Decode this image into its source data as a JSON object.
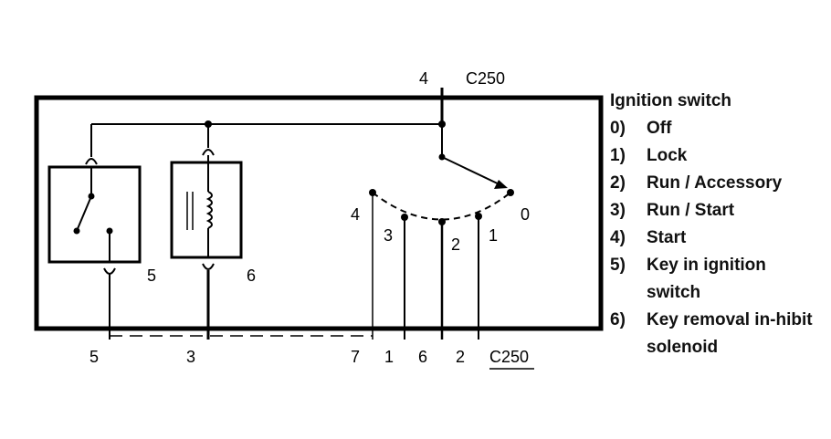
{
  "connector_top": {
    "pin": "4",
    "label": "C250"
  },
  "connector_bottom": {
    "label": "C250",
    "pins": [
      "5",
      "3",
      "7",
      "1",
      "6",
      "2"
    ]
  },
  "component_labels": {
    "key_switch": "5",
    "solenoid": "6"
  },
  "switch_positions": {
    "p0": "0",
    "p1": "1",
    "p2": "2",
    "p3": "3",
    "p4": "4"
  },
  "legend": {
    "title": "Ignition switch",
    "items": [
      {
        "num": "0)",
        "text": "Off"
      },
      {
        "num": "1)",
        "text": "Lock"
      },
      {
        "num": "2)",
        "text": "Run / Accessory"
      },
      {
        "num": "3)",
        "text": "Run / Start"
      },
      {
        "num": "4)",
        "text": "Start"
      },
      {
        "num": "5)",
        "text": "Key in ignition switch"
      },
      {
        "num": "6)",
        "text": "Key removal in-hibit solenoid"
      }
    ]
  }
}
